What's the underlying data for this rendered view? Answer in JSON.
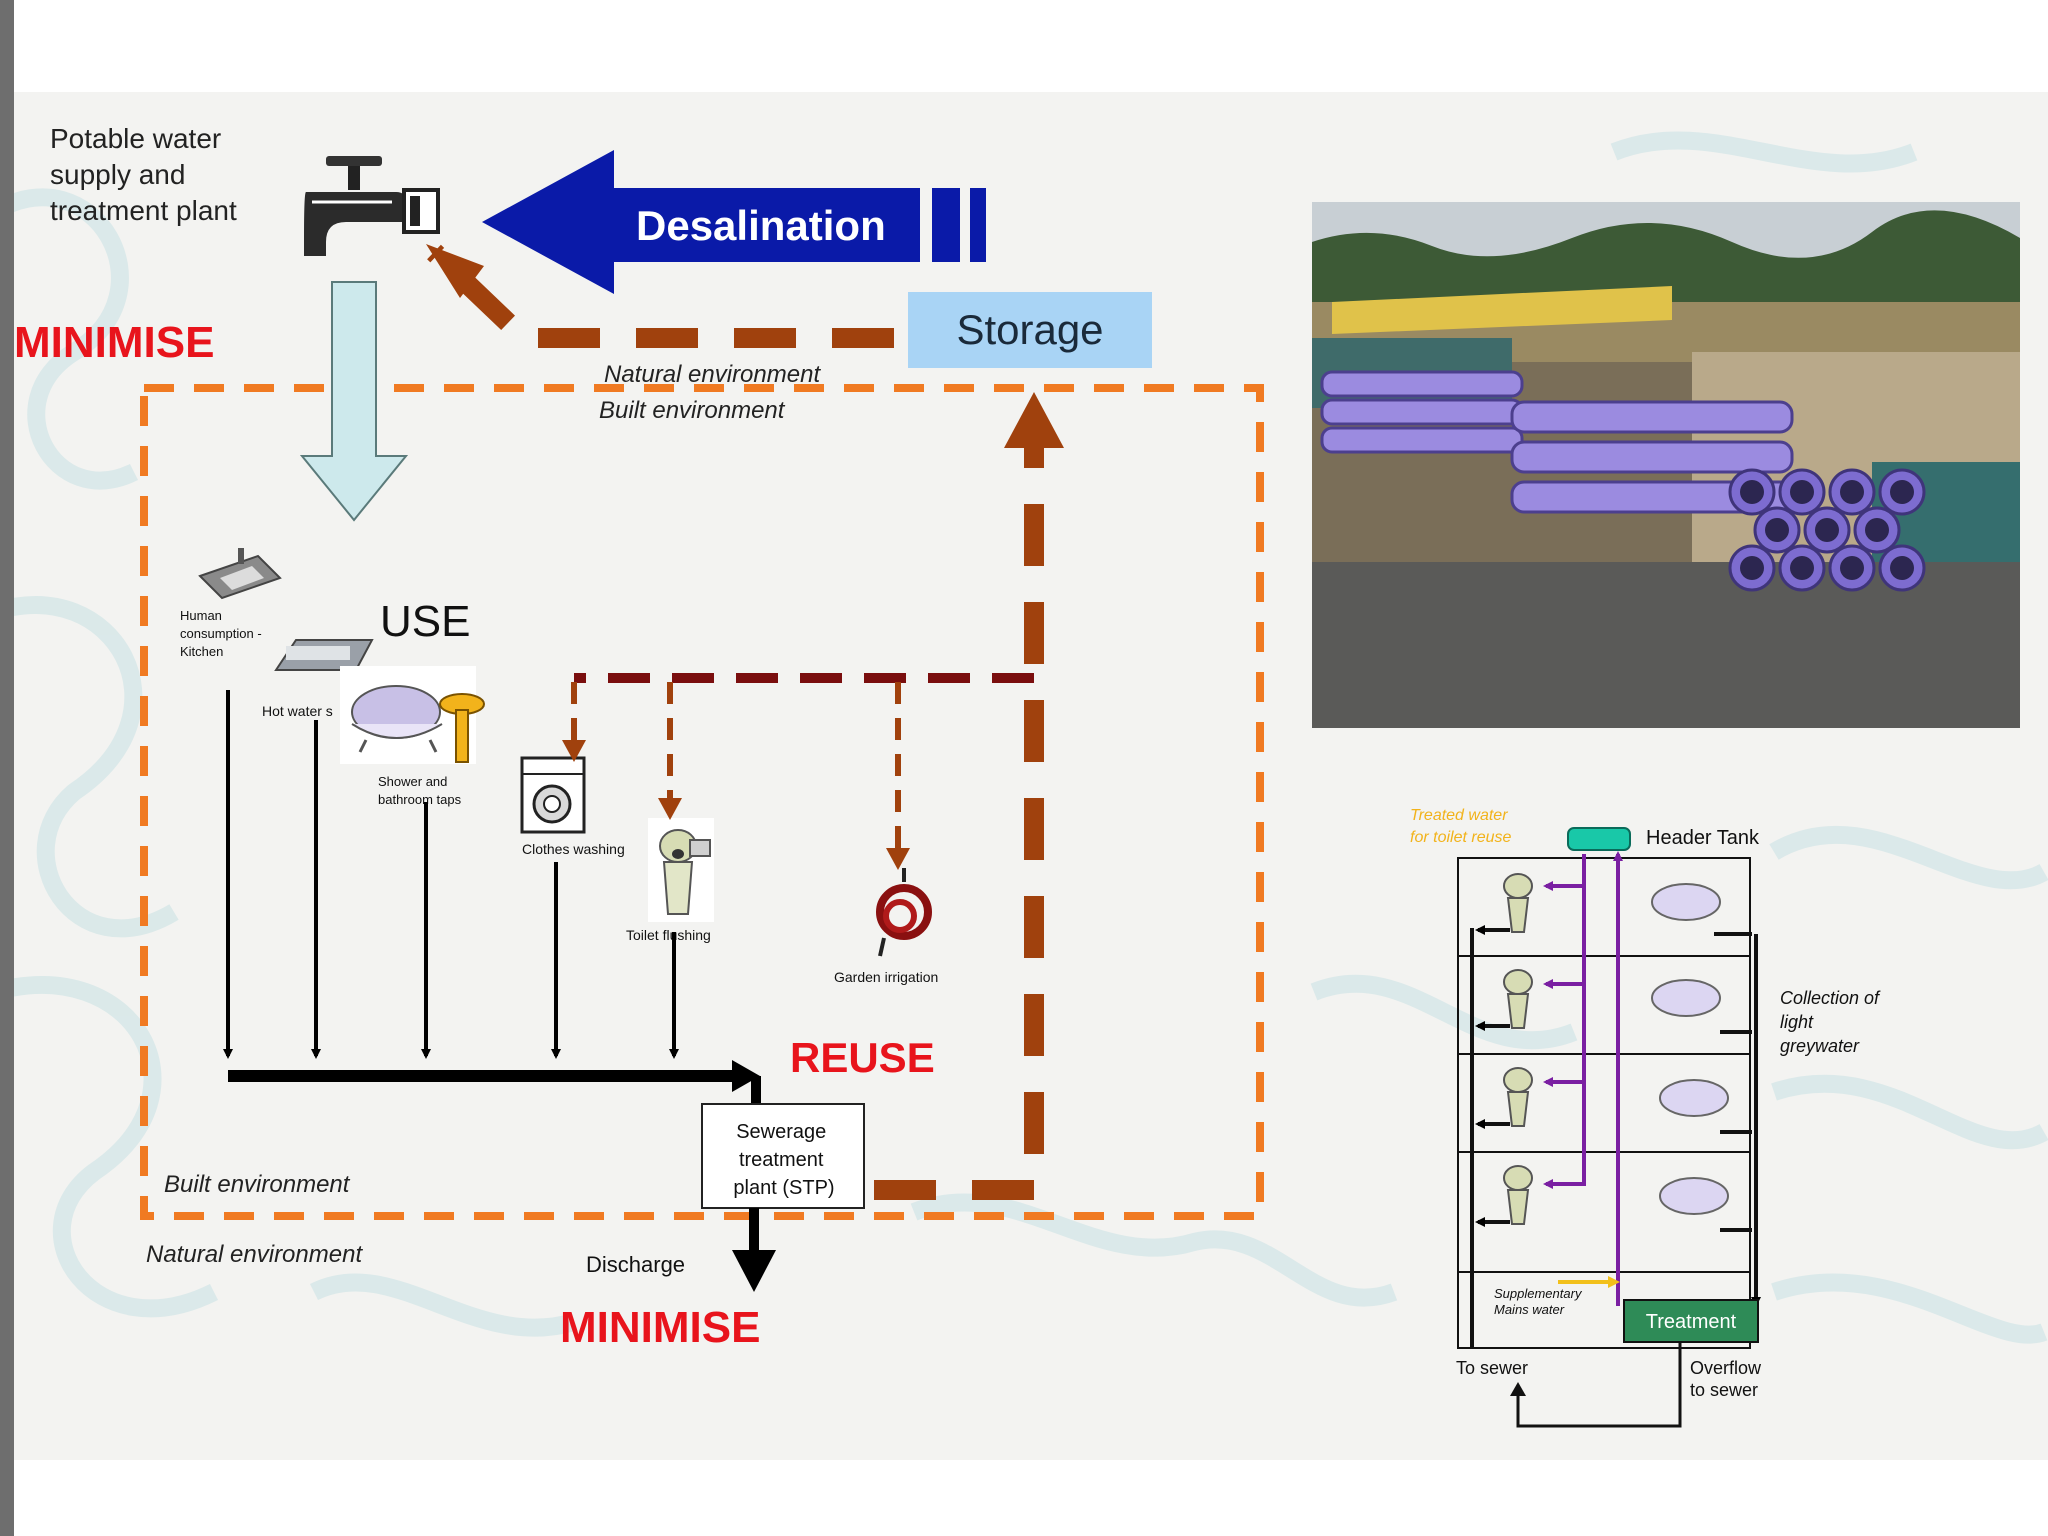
{
  "labels": {
    "potable": [
      "Potable water",
      "supply and",
      "treatment plant"
    ],
    "desalination": "Desalination",
    "storage": "Storage",
    "minimise_top": "MINIMISE",
    "minimise_bottom": "MINIMISE",
    "reuse": "REUSE",
    "use": "USE",
    "natural_env_top": "Natural environment",
    "built_env_top": "Built environment",
    "built_env_bottom": "Built environment",
    "natural_env_bottom": "Natural environment",
    "discharge": "Discharge",
    "stp": [
      "Sewerage",
      "treatment",
      "plant (STP)"
    ],
    "kitchen": [
      "Human",
      "consumption -",
      "Kitchen"
    ],
    "hot_water": "Hot water s",
    "shower": [
      "Shower and",
      "bathroom taps"
    ],
    "clothes": "Clothes washing",
    "toilet": "Toilet flushing",
    "garden": "Garden irrigation"
  },
  "building": {
    "treated": [
      "Treated water",
      "for toilet reuse"
    ],
    "header_tank": "Header Tank",
    "collection": [
      "Collection of",
      "light",
      "greywater"
    ],
    "supplementary": [
      "Supplementary",
      "Mains water"
    ],
    "treatment": "Treatment",
    "to_sewer": "To sewer",
    "overflow": [
      "Overflow",
      "to sewer"
    ]
  },
  "colors": {
    "red_text": "#e8141c",
    "orange_dash": "#f07a22",
    "brown_arrow": "#a0410d",
    "dark_red": "#7a0e0e",
    "desal_blue": "#0a1aa8",
    "storage_blue": "#a9d4f5",
    "light_arrow": "#cde9ec",
    "treatment_green": "#2e8b57",
    "purple": "#7a1fa2"
  }
}
